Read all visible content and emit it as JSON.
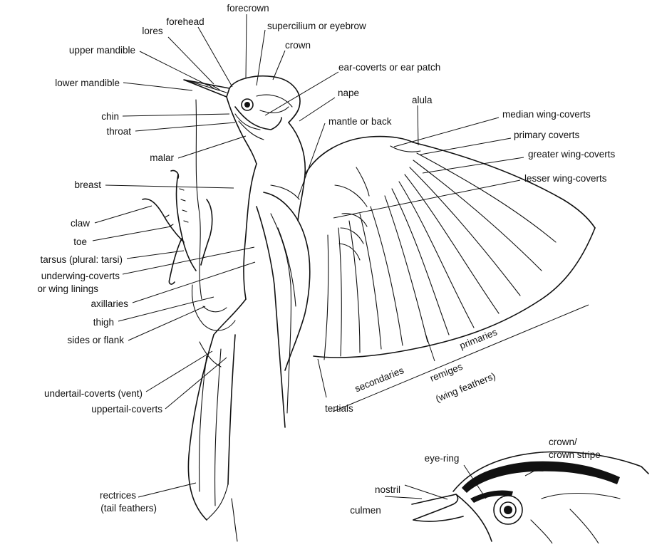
{
  "labels": {
    "forecrown": "forecrown",
    "forehead": "forehead",
    "lores": "lores",
    "supercilium": "supercilium or eyebrow",
    "upper_mandible": "upper mandible",
    "crown": "crown",
    "ear_coverts": "ear-coverts or ear patch",
    "lower_mandible": "lower mandible",
    "nape": "nape",
    "alula": "alula",
    "chin": "chin",
    "mantle": "mantle or back",
    "median_wing_coverts": "median wing-coverts",
    "throat": "throat",
    "primary_coverts": "primary coverts",
    "malar": "malar",
    "greater_wing_coverts": "greater wing-coverts",
    "breast": "breast",
    "lesser_wing_coverts": "lesser wing-coverts",
    "claw": "claw",
    "toe": "toe",
    "tarsus": "tarsus (plural: tarsi)",
    "underwing_line1": "underwing-coverts",
    "underwing_line2": "or wing linings",
    "axillaries": "axillaries",
    "thigh": "thigh",
    "sides": "sides or flank",
    "primaries": "primaries",
    "secondaries": "secondaries",
    "remiges_line1": "remiges",
    "remiges_line2": "(wing feathers)",
    "undertail": "undertail-coverts (vent)",
    "uppertail": "uppertail-coverts",
    "tertials": "tertials",
    "inset_crown_line1": "crown/",
    "inset_crown_line2": "crown stripe",
    "eye_ring": "eye-ring",
    "nostril": "nostril",
    "culmen": "culmen",
    "rectrices_line1": "rectrices",
    "rectrices_line2": "(tail feathers)"
  }
}
